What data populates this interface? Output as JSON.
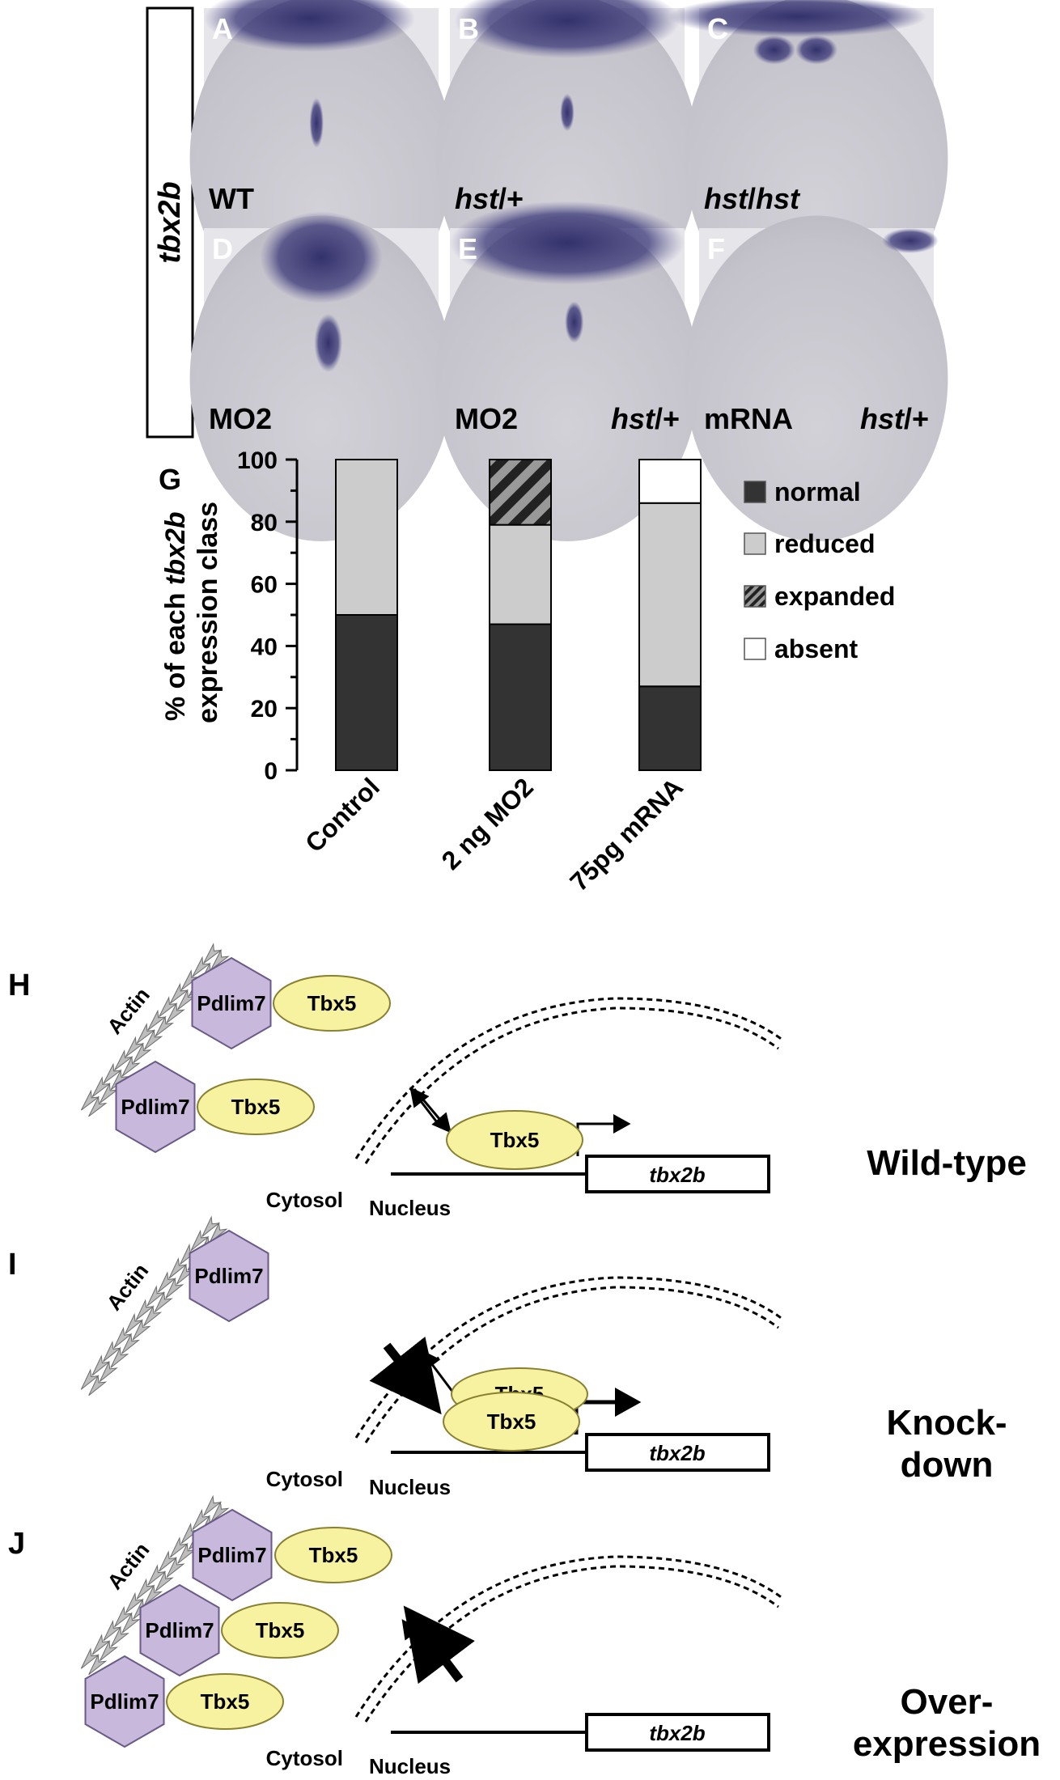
{
  "panel_strip": {
    "gene_label": "tbx2b"
  },
  "micrograph_panels": [
    {
      "letter": "A",
      "label": [
        {
          "t": "WT",
          "i": false
        }
      ],
      "label_right": []
    },
    {
      "letter": "B",
      "label": [
        {
          "t": "hst",
          "i": true
        },
        {
          "t": "/+",
          "i": false
        }
      ],
      "label_right": []
    },
    {
      "letter": "C",
      "label": [
        {
          "t": "hst",
          "i": true
        },
        {
          "t": "/",
          "i": false
        },
        {
          "t": "hst",
          "i": true
        }
      ],
      "label_right": []
    },
    {
      "letter": "D",
      "label": [
        {
          "t": "MO2",
          "i": false
        }
      ],
      "label_right": []
    },
    {
      "letter": "E",
      "label": [
        {
          "t": "MO2",
          "i": false
        }
      ],
      "label_right": [
        {
          "t": "hst",
          "i": true
        },
        {
          "t": "/+",
          "i": false
        }
      ]
    },
    {
      "letter": "F",
      "label": [
        {
          "t": "mRNA",
          "i": false
        }
      ],
      "label_right": [
        {
          "t": "hst",
          "i": true
        },
        {
          "t": "/+",
          "i": false
        }
      ]
    }
  ],
  "chart_data": {
    "type": "bar",
    "stacked": true,
    "panel_letter": "G",
    "ylabel_parts": [
      {
        "t": "% of each ",
        "i": false
      },
      {
        "t": "tbx2b",
        "i": true
      },
      {
        "t": "expression class",
        "i": false,
        "newline": true
      }
    ],
    "ylim": [
      0,
      100
    ],
    "yticks": [
      0,
      20,
      40,
      60,
      80,
      100
    ],
    "categories": [
      "Control",
      "2 ng MO2",
      "75pg mRNA"
    ],
    "series": [
      {
        "name": "normal",
        "color": "#333333",
        "values": [
          50,
          47,
          27
        ]
      },
      {
        "name": "reduced",
        "color": "#cccccc",
        "values": [
          50,
          32,
          59
        ]
      },
      {
        "name": "expanded",
        "color": "hatch",
        "values": [
          0,
          21,
          0
        ]
      },
      {
        "name": "absent",
        "color": "#ffffff",
        "values": [
          0,
          0,
          14
        ]
      }
    ],
    "legend_position": "right"
  },
  "diagrams": [
    {
      "letter": "H",
      "condition": [
        "Wild-type"
      ],
      "actin_label": "Actin",
      "pdlim_label": "Pdlim7",
      "tbx_label": "Tbx5",
      "gene_label": "tbx2b",
      "cytosol_label": "Cytosol",
      "nucleus_label": "Nucleus"
    },
    {
      "letter": "I",
      "condition": [
        "Knock-",
        "down"
      ],
      "actin_label": "Actin",
      "pdlim_label": "Pdlim7",
      "tbx_label": "Tbx5",
      "gene_label": "tbx2b",
      "cytosol_label": "Cytosol",
      "nucleus_label": "Nucleus"
    },
    {
      "letter": "J",
      "condition": [
        "Over-",
        "expression"
      ],
      "actin_label": "Actin",
      "pdlim_label": "Pdlim7",
      "tbx_label": "Tbx5",
      "gene_label": "tbx2b",
      "cytosol_label": "Cytosol",
      "nucleus_label": "Nucleus"
    }
  ],
  "colors": {
    "pdlim_fill": "#c8b8dc",
    "pdlim_stroke": "#6a5a88",
    "tbx_fill": "#f6f2a0",
    "tbx_stroke": "#8a8030",
    "stain": "#3c3a78",
    "tissue": "#c9c7cf"
  }
}
